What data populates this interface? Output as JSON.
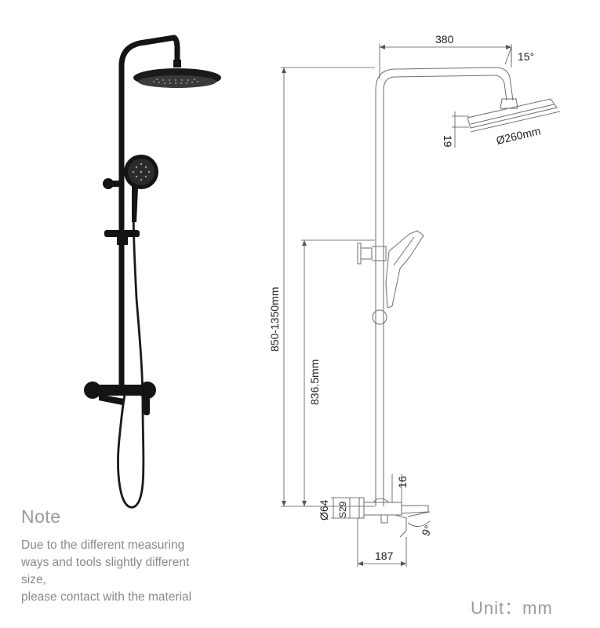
{
  "dimensions": {
    "arm_reach": "380",
    "head_tilt": "15°",
    "head_thickness": "19",
    "head_diameter": "Ø260mm",
    "total_height": "850-1350mm",
    "holder_height": "836.5mm",
    "mixer_body": "Ø64",
    "inlet_spacing": "S29",
    "spout_thickness": "16",
    "spout_angle": "9°",
    "spout_reach": "187"
  },
  "note": {
    "title": "Note",
    "lines": [
      "Due to the  different  measuring",
      "ways and tools slightly different",
      "size,",
      "please contact with the material"
    ]
  },
  "unit_label": "Unit：mm",
  "colors": {
    "product": "#141414",
    "drawing_line": "#6e6e6e",
    "text": "#8a8a8a"
  }
}
